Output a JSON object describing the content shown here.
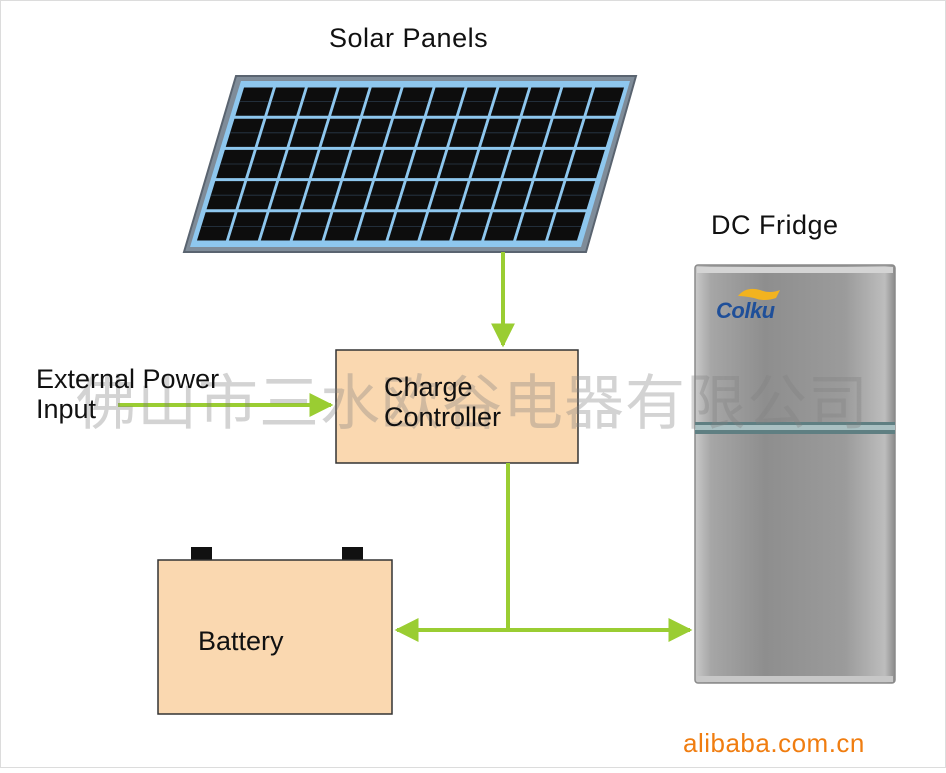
{
  "labels": {
    "solar_panels": "Solar Panels",
    "dc_fridge": "DC Fridge",
    "external_power_line1": "External Power",
    "external_power_line2": "Input",
    "charge_controller_line1": "Charge",
    "charge_controller_line2": "Controller",
    "battery": "Battery"
  },
  "fridge_brand": "Colku",
  "watermark": "佛山市三水欧谷电器有限公司",
  "site": "alibaba.com.cn",
  "colors": {
    "arrow": "#9acd32",
    "box_fill": "#fad8b0",
    "panel_cell": "#0d0d0d",
    "panel_frame": "#7f8c99",
    "panel_grid": "#8ec7ee",
    "fridge_body": "#9a9a9a",
    "site_text": "#f07d10",
    "brand_text": "#1f4f99"
  }
}
